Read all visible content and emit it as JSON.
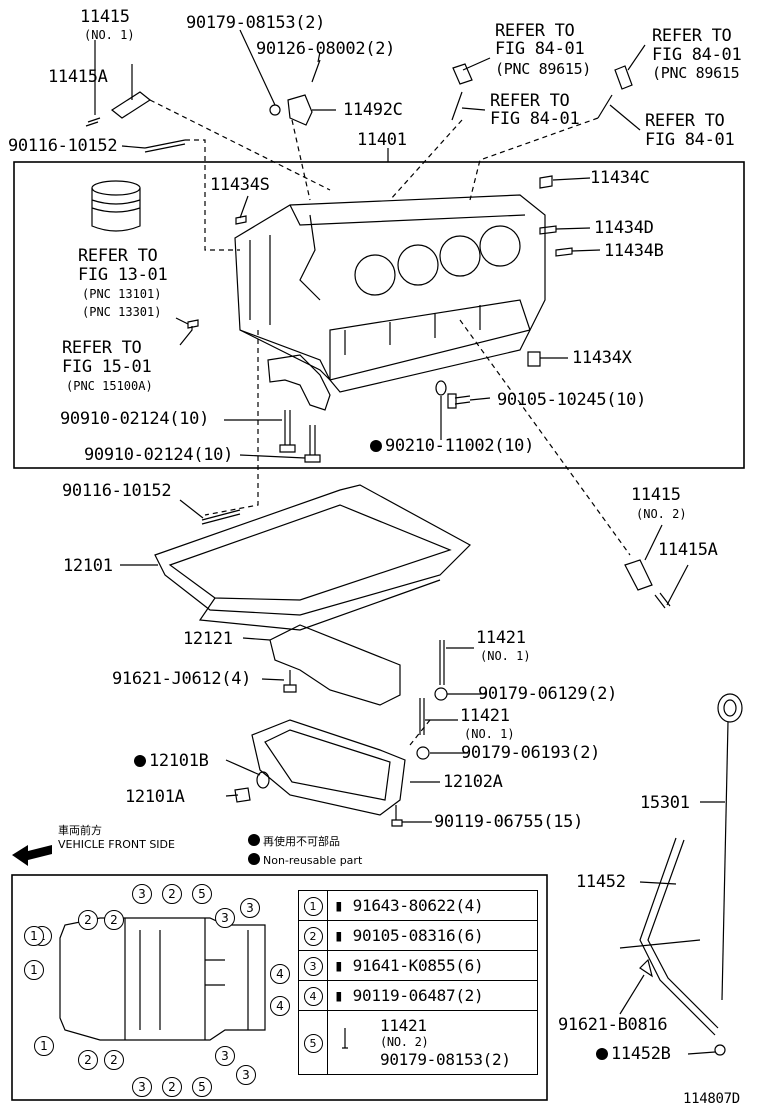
{
  "labels": {
    "p11415_top": "11415",
    "p11415_top_no": "(NO. 1)",
    "p11415A_top": "11415A",
    "p90179_08153": "90179-08153(2)",
    "p90126": "90126-08002(2)",
    "p11492C": "11492C",
    "p90116_a": "90116-10152",
    "p11401": "11401",
    "refer1_a": "REFER TO",
    "refer1_b": "FIG 84-01",
    "refer1_c": "(PNC 89615)",
    "refer2_a": "REFER TO",
    "refer2_b": "FIG 84-01",
    "refer2_c": "(PNC 89615",
    "refer3_a": "REFER TO",
    "refer3_b": "FIG 84-01",
    "refer4_a": "REFER TO",
    "refer4_b": "FIG 84-01",
    "p11434S": "11434S",
    "p11434C": "11434C",
    "p11434D": "11434D",
    "p11434B": "11434B",
    "p11434X": "11434X",
    "refer13_a": "REFER TO",
    "refer13_b": "FIG 13-01",
    "refer13_c": "(PNC 13101)",
    "refer13_d": "(PNC 13301)",
    "refer15_a": "REFER TO",
    "refer15_b": "FIG 15-01",
    "refer15_c": "(PNC 15100A)",
    "p90910_a": "90910-02124(10)",
    "p90910_b": "90910-02124(10)",
    "p90105_10245": "90105-10245(10)",
    "p90210": "90210-11002(10)",
    "p90116_b": "90116-10152",
    "p11415_bot": "11415",
    "p11415_bot_no": "(NO. 2)",
    "p11415A_bot": "11415A",
    "p12101": "12101",
    "p12121": "12121",
    "p11421_a": "11421",
    "p11421_a_no": "(NO. 1)",
    "p91621_J0612": "91621-J0612(4)",
    "p90179_06129": "90179-06129(2)",
    "p11421_b": "11421",
    "p11421_b_no": "(NO. 1)",
    "p90179_06193": "90179-06193(2)",
    "p12101B": "12101B",
    "p12102A": "12102A",
    "p12101A": "12101A",
    "p90119_06755": "90119-06755(15)",
    "p15301": "15301",
    "p11452": "11452",
    "p91621_B0816": "91621-B0816",
    "p11452B": "11452B",
    "front_ja": "車両前方",
    "front_en": "VEHICLE FRONT SIDE",
    "legend_ja": "再使用不可部品",
    "legend_en": "Non-reusable part",
    "fig_id": "114807D"
  },
  "bolt_table": [
    {
      "key": "1",
      "part": "91643-80622(4)"
    },
    {
      "key": "2",
      "part": "90105-08316(6)"
    },
    {
      "key": "3",
      "part": "91641-K0855(6)"
    },
    {
      "key": "4",
      "part": "90119-06487(2)"
    },
    {
      "key": "5",
      "part": "11421",
      "sub": "(NO. 2)",
      "part2": "90179-08153(2)"
    }
  ],
  "pan_callouts": [
    "3",
    "2",
    "5",
    "2",
    "2",
    "1",
    "1",
    "1",
    "1",
    "3",
    "3",
    "4",
    "4",
    "2",
    "2",
    "3",
    "3",
    "3",
    "2",
    "5"
  ]
}
